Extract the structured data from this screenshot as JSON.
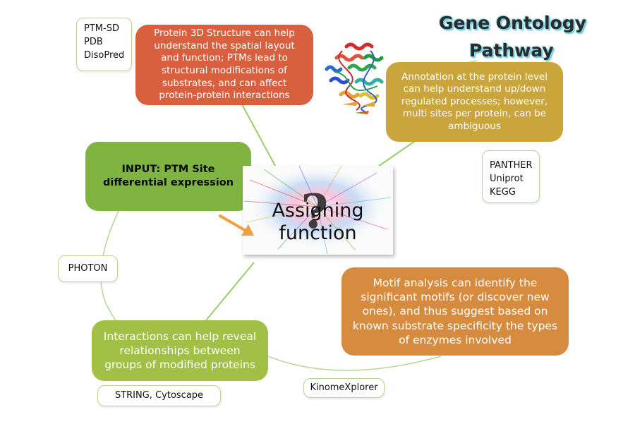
{
  "center": {
    "label_line1": "Assigning",
    "label_line2": "function",
    "question_mark": "?"
  },
  "nodes": {
    "structure": "Protein 3D Structure can help understand the spatial layout and function; PTMs lead to structural modifications of substrates, and can affect protein-protein interactions",
    "annotation": "Annotation at the protein level can help understand up/down regulated processes; however, multi sites per protein, can be ambiguous",
    "input": "INPUT: PTM Site differential expression",
    "motif": "Motif analysis can identify the significant motifs (or discover new ones), and thus suggest based on known substrate specificity the types of enzymes involved",
    "interactions": "Interactions can help reveal relationships between groups of modified proteins"
  },
  "tools": {
    "structure": [
      "PTM-SD",
      "PDB",
      "DisoPred"
    ],
    "annotation": [
      "PANTHER",
      "Uniprot",
      "KEGG"
    ],
    "photon": "PHOTON",
    "interactions": "STRING, Cytoscape",
    "motif": "KinomeXplorer"
  },
  "headings": {
    "gene_ontology": "Gene Ontology",
    "pathway": "Pathway"
  },
  "colors": {
    "structure": "#d9603e",
    "annotation": "#c9a53c",
    "input": "#7fb443",
    "motif": "#d68b3f",
    "interactions": "#a2c046",
    "connector": "#9ccc6e",
    "arrow": "#f0a040"
  }
}
